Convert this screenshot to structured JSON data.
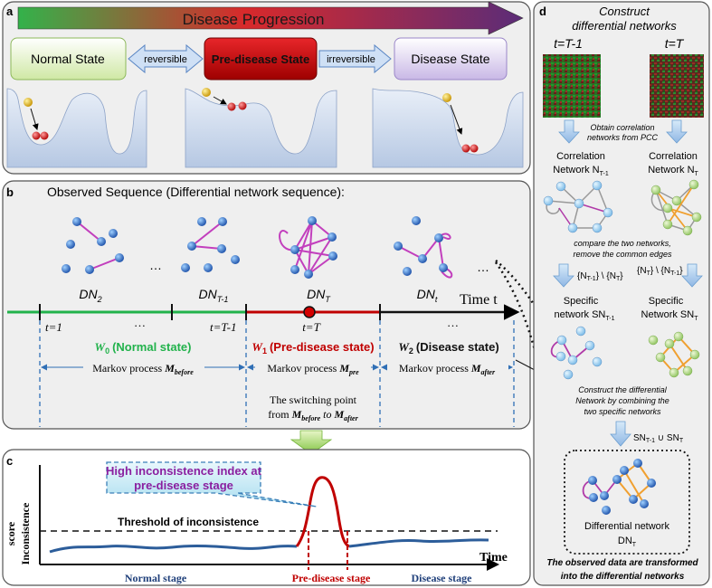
{
  "panel_a": {
    "label": "a",
    "banner": "Disease Progression",
    "states": {
      "normal": "Normal State",
      "pre": "Pre-disease State",
      "disease": "Disease State"
    },
    "arrows": {
      "reversible": "reversible",
      "irreversible": "irreversible"
    }
  },
  "panel_b": {
    "label": "b",
    "title": "Observed Sequence (Differential network sequence):",
    "networks": [
      "DN",
      "DN",
      "DN",
      "DN"
    ],
    "network_subs": [
      "2",
      "T-1",
      "T",
      "t"
    ],
    "ellipsis": "…",
    "time_label": "Time t",
    "ticks": {
      "t1": "t=1",
      "tT1": "t=T-1",
      "tT": "t=T"
    },
    "states": {
      "w0_sym": "W",
      "w0_sub": "0",
      "w0_text": "(Normal state)",
      "w1_sym": "W",
      "w1_sub": "1",
      "w1_text": "(Pre-disease state)",
      "w2_sym": "W",
      "w2_sub": "2",
      "w2_text": "(Disease state)"
    },
    "markov": {
      "prefix": "Markov process",
      "sym": "M",
      "before": "before",
      "pre": "pre",
      "after": "after"
    },
    "switch_line1": "The switching point",
    "switch_line2_from": "from",
    "switch_line2_to": "to"
  },
  "panel_c": {
    "label": "c",
    "callout_line1": "High inconsistence index at",
    "callout_line2": "pre-disease stage",
    "threshold": "Threshold of inconsistence",
    "ylabel_line1": "Inconsistence",
    "ylabel_line2": "score",
    "xlabel": "Time",
    "stages": [
      "Normal stage",
      "Pre-disease stage",
      "Disease stage"
    ]
  },
  "panel_d": {
    "label": "d",
    "title_line1": "Construct",
    "title_line2": "differential networks",
    "time_left": "t=T-1",
    "time_right": "t=T",
    "pcc_line1": "Obtain correlation",
    "pcc_line2": "networks from PCC",
    "corr_left_line1": "Correlation",
    "corr_left_line2": "Network N",
    "corr_left_sub": "T-1",
    "corr_right_line1": "Correlation",
    "corr_right_line2": "Network N",
    "corr_right_sub": "T",
    "compare_line1": "compare the two networks,",
    "compare_line2": "remove the common edges",
    "setdiff_left": "{N",
    "setdiff_left_sub1": "T-1",
    "setdiff_left_mid": "} \\ {N",
    "setdiff_left_sub2": "T",
    "setdiff_right": "{N",
    "setdiff_right_sub1": "T",
    "setdiff_right_mid": "} \\ {N",
    "setdiff_right_sub2": "T-1",
    "spec_left_line1": "Specific",
    "spec_left_line2": "network SN",
    "spec_left_sub": "T-1",
    "spec_right_line1": "Specific",
    "spec_right_line2": "Network SN",
    "spec_right_sub": "T",
    "construct_line1": "Construct the differential",
    "construct_line2": "Network by combining the",
    "construct_line3": "two  specific networks",
    "union": "SN",
    "union_sub1": "T-1",
    "union_mid": " ∪ SN",
    "union_sub2": "T",
    "diff_line1": "Differential network",
    "diff_line2": "DN",
    "diff_sub": "T",
    "footer_line1": "The observed data are transformed",
    "footer_line2": "into the differential networks"
  },
  "colors": {
    "normal": "#21b24b",
    "pre": "#c00000",
    "disease_text": "#1f3f7a",
    "purple": "#a4279c",
    "orange": "#f0a030",
    "node_blue": "#2a6fd1",
    "node_green": "#b8dd8a",
    "callout": "#8a1fa0"
  }
}
